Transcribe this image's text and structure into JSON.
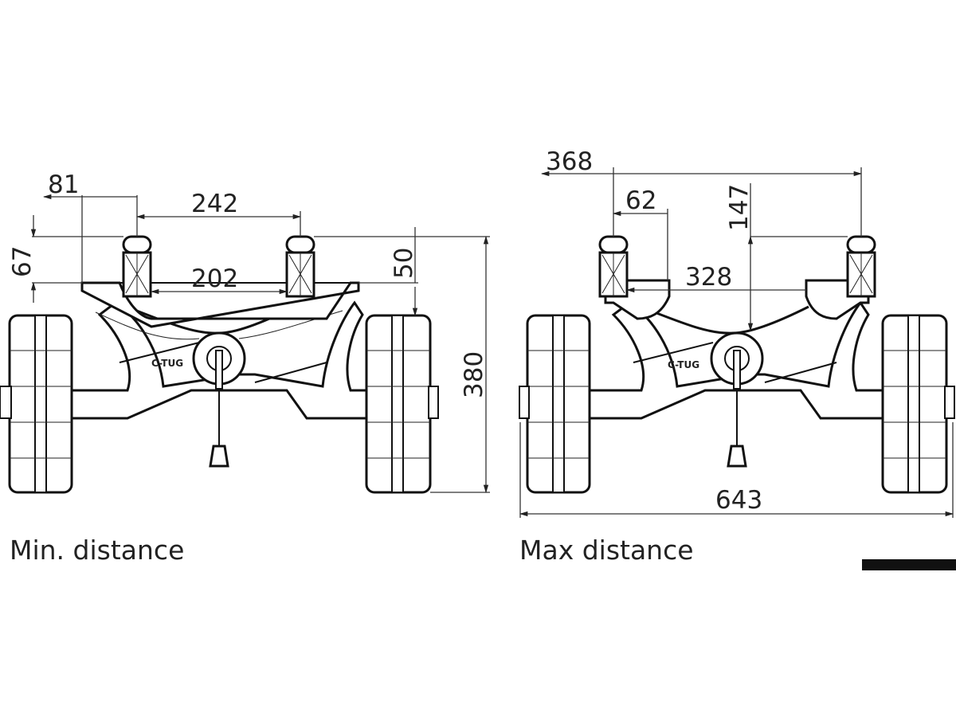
{
  "left_view": {
    "caption": "Min. distance",
    "dims": {
      "d81": "81",
      "d242": "242",
      "d67": "67",
      "d202": "202",
      "d50": "50",
      "d380": "380"
    },
    "brand_label": "C-TUG"
  },
  "right_view": {
    "caption": "Max distance",
    "dims": {
      "d368": "368",
      "d62": "62",
      "d147": "147",
      "d328": "328",
      "d643": "643"
    },
    "brand_label": "C-TUG"
  }
}
